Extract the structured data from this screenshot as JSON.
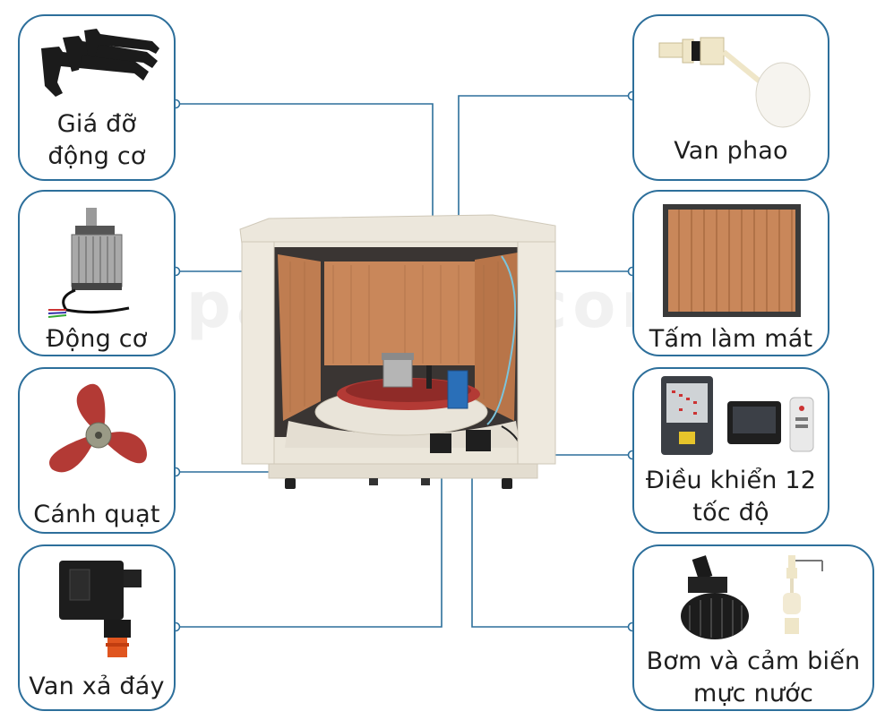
{
  "labels": {
    "motor_bracket": [
      "Giá đỡ",
      "động cơ"
    ],
    "motor": [
      "Động cơ"
    ],
    "fan_blade": [
      "Cánh quạt"
    ],
    "drain_valve": [
      "Van xả đáy"
    ],
    "float_valve": [
      "Van phao"
    ],
    "cooling_pad": [
      "Tấm làm mát"
    ],
    "controller": [
      "Điều khiển 12",
      "tốc độ"
    ],
    "pump_sensor": [
      "Bơm và cảm biến",
      "mực nước"
    ]
  },
  "watermark": "panoma.com.vn",
  "colors": {
    "border": "#2d6f9b",
    "connector": "#2d6f9b",
    "fan_blade": "#b33a35",
    "cooling_pad": "#c9875a",
    "casing": "#ece7dc"
  },
  "icons": [
    "bracket-icon",
    "motor-icon",
    "fan-blade-icon",
    "drain-valve-icon",
    "float-valve-icon",
    "cooling-pad-icon",
    "controller-icon",
    "pump-icon"
  ]
}
